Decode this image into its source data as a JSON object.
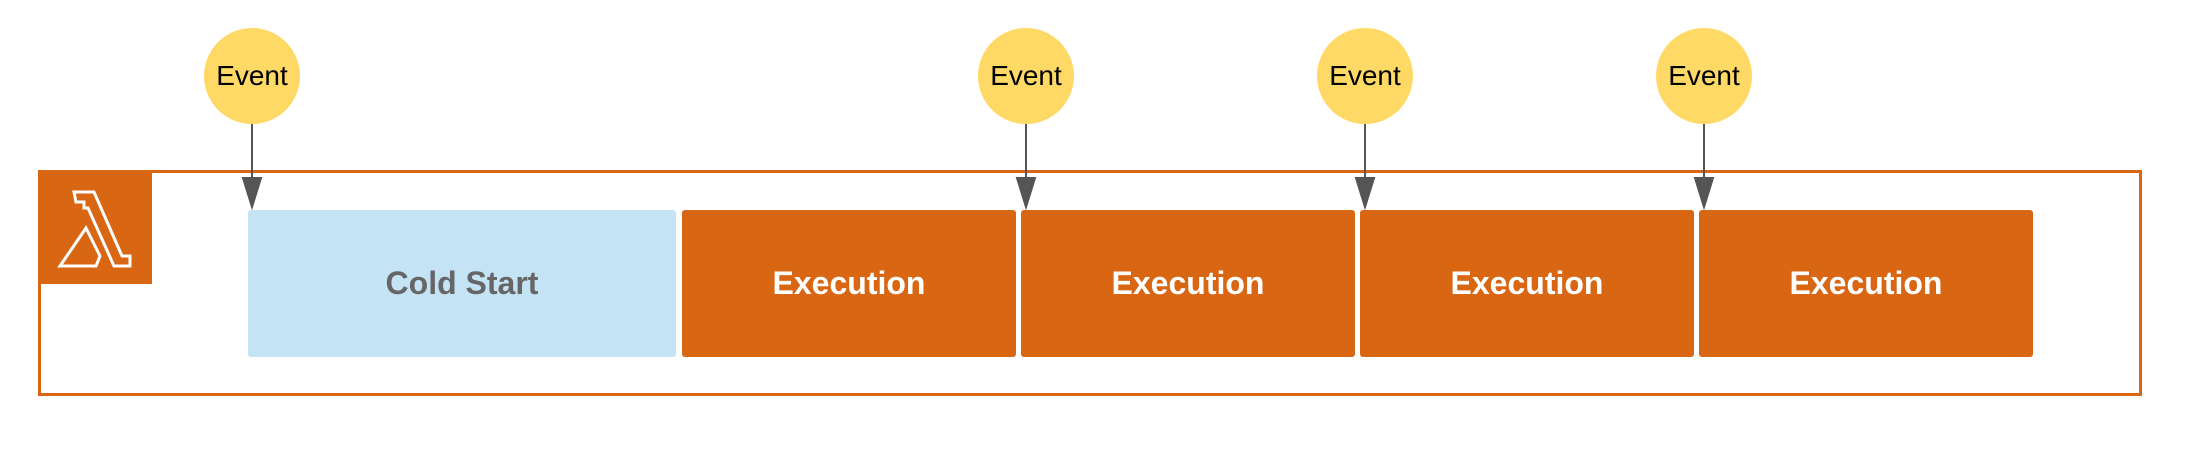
{
  "diagram": {
    "events": [
      {
        "label": "Event"
      },
      {
        "label": "Event"
      },
      {
        "label": "Event"
      },
      {
        "label": "Event"
      }
    ],
    "blocks": [
      {
        "label": "Cold Start",
        "kind": "cold-start"
      },
      {
        "label": "Execution",
        "kind": "execution"
      },
      {
        "label": "Execution",
        "kind": "execution"
      },
      {
        "label": "Execution",
        "kind": "execution"
      },
      {
        "label": "Execution",
        "kind": "execution"
      }
    ],
    "icon": "lambda-icon"
  },
  "colors": {
    "aws_orange": "#d86613",
    "cold_start_fill": "#c4e3f5",
    "event_fill": "#ffd966",
    "arrow": "#555555"
  }
}
